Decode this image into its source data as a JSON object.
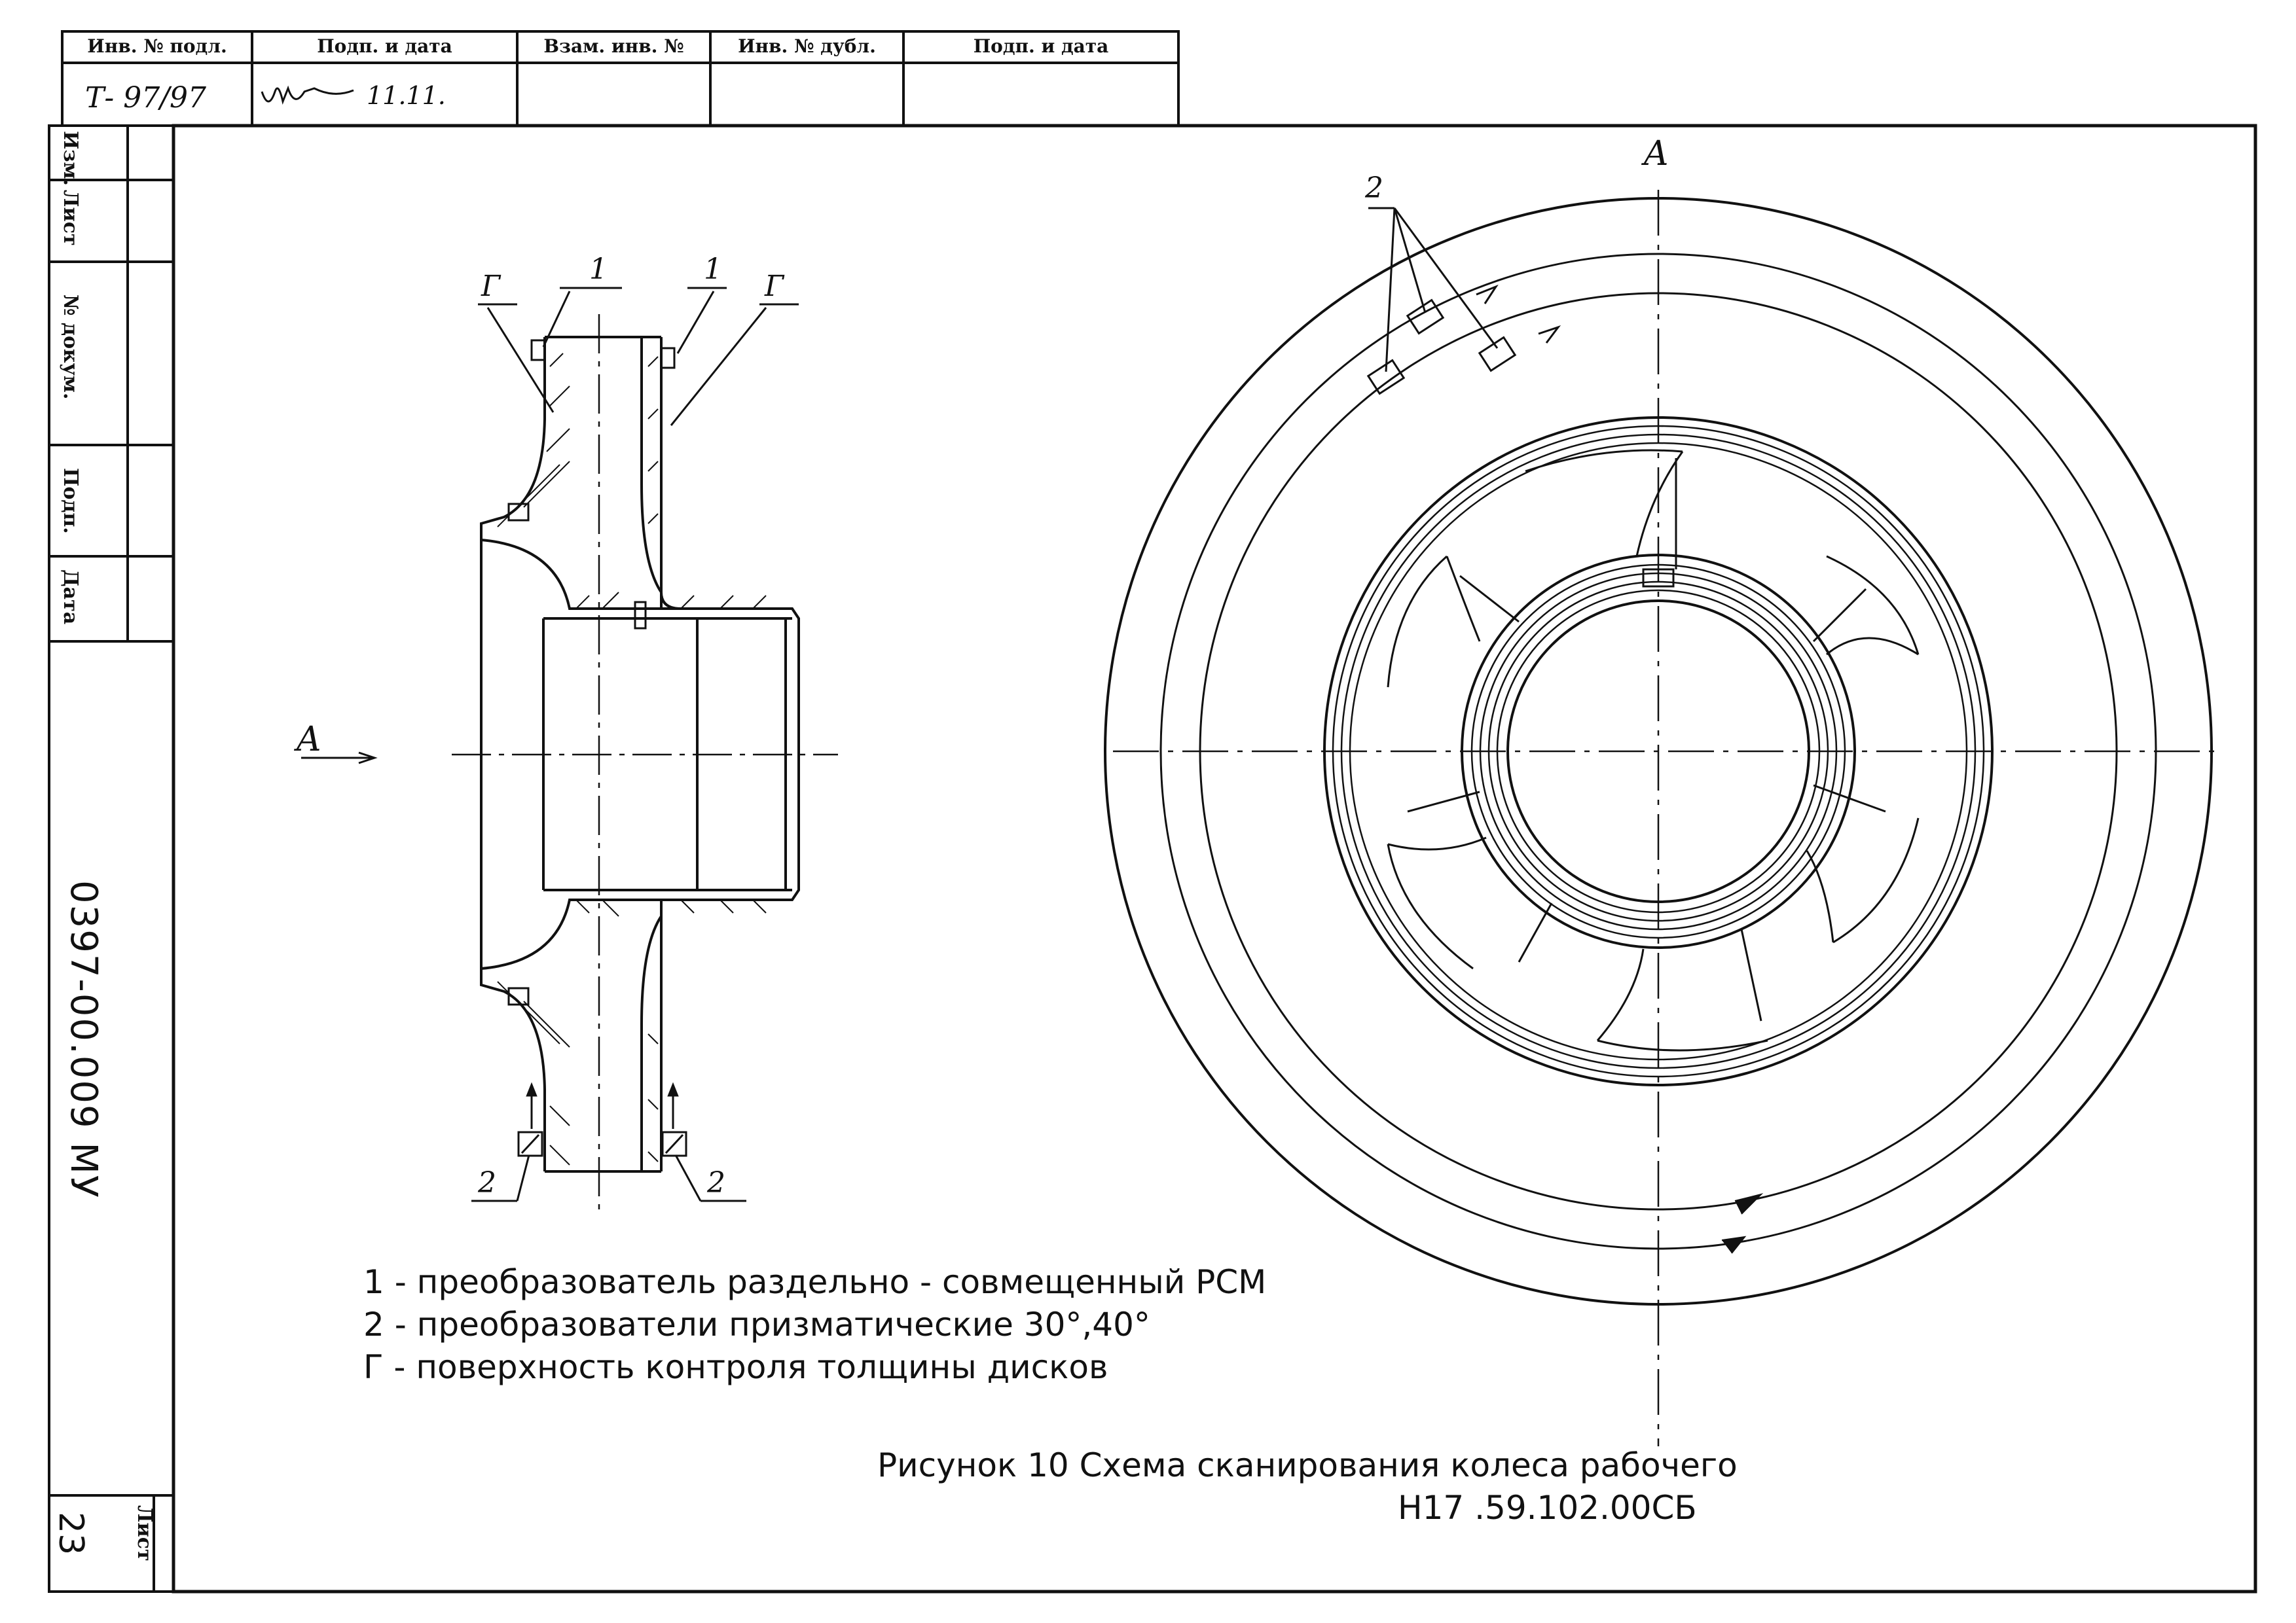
{
  "title_block": {
    "headers": [
      "Инв. № подл.",
      "Подп. и дата",
      "Взам. инв. №",
      "Инв. № дубл.",
      "Подп. и дата"
    ],
    "values": [
      "Т- 97/97",
      "11.11.",
      "",
      "",
      ""
    ]
  },
  "side_block": {
    "labels": [
      "Изм.",
      "Лист",
      "№ докум.",
      "Подп.",
      "Дата"
    ],
    "doc_code": "0397-00.009 МУ",
    "sheet_label": "Лист",
    "sheet_number": "23"
  },
  "drawing": {
    "section_view_label": "А",
    "front_view_label": "А",
    "callouts": {
      "surface_left": "Г",
      "surface_right": "Г",
      "transducer_1_left": "1",
      "transducer_1_right": "1",
      "transducer_2_left": "2",
      "transducer_2_right": "2",
      "transducer_2_front": "2"
    }
  },
  "legend": [
    "1 - преобразователь  раздельно - совмещенный РСМ",
    "2 - преобразователи призматические  30°,40°",
    "Г - поверхность контроля толщины дисков"
  ],
  "caption": {
    "line1": "Рисунок 10  Схема сканирования колеса рабочего",
    "line2": "Н17 .59.102.00СБ"
  }
}
